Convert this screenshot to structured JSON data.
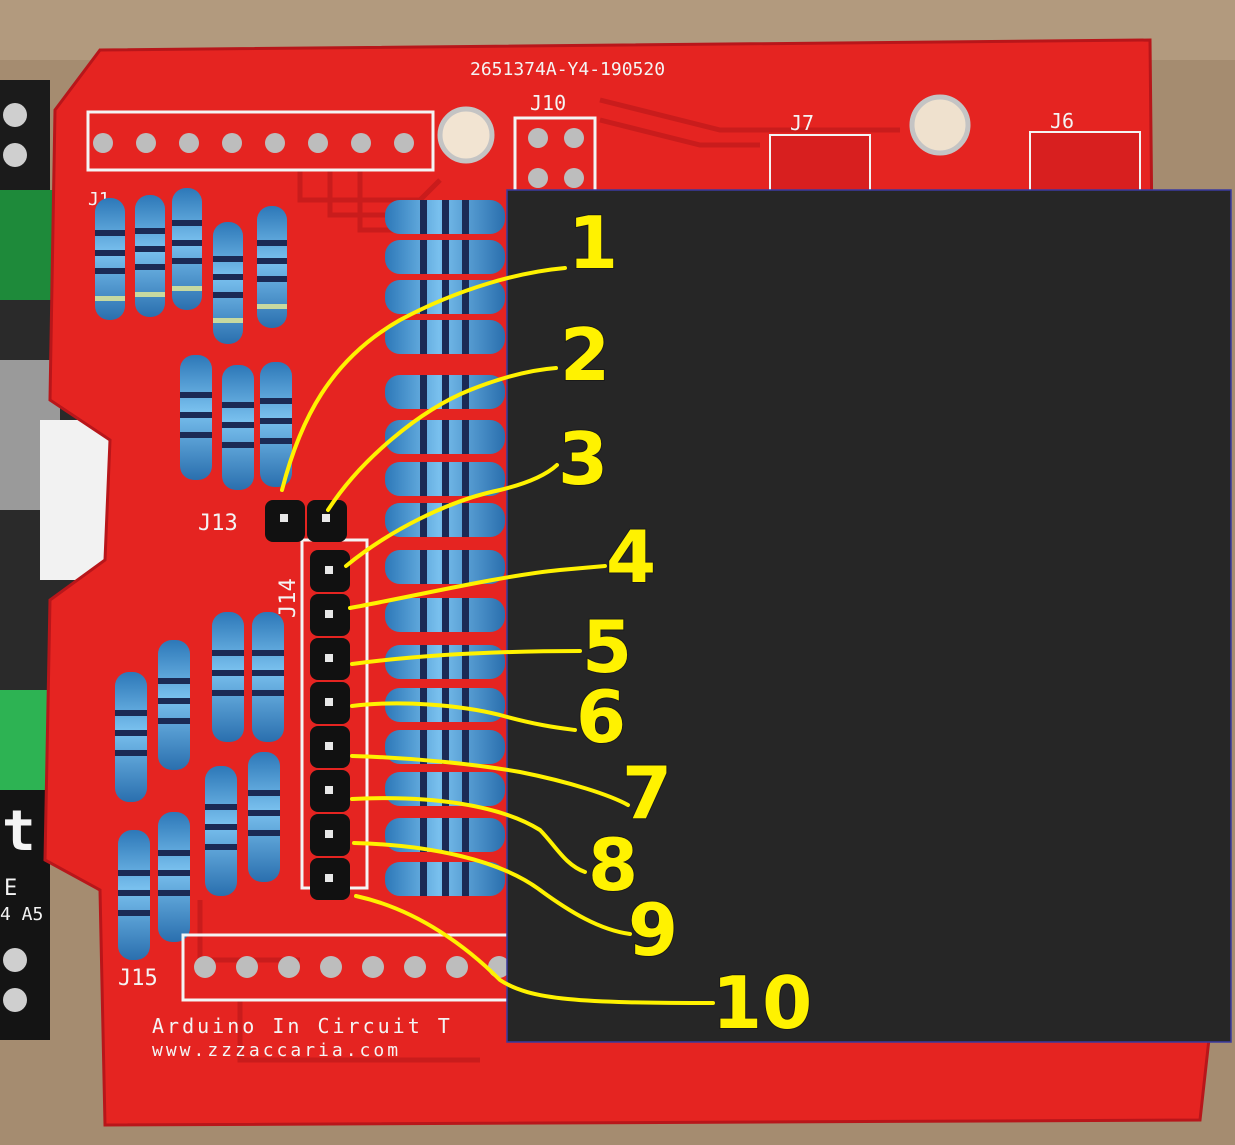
{
  "board": {
    "part_number": "2651374A-Y4-190520",
    "footer_line1": "Arduino In Circuit T",
    "footer_line2": "www.zzzaccaria.com",
    "labels": {
      "j10": "J10",
      "j7": "J7",
      "j6": "J6",
      "j1": "J1",
      "j13": "J13",
      "j14": "J14",
      "j15": "J15"
    }
  },
  "side_board": {
    "letter": "t",
    "text_e": "E",
    "text_a5": "4 A5"
  },
  "callouts": [
    "1",
    "2",
    "3",
    "4",
    "5",
    "6",
    "7",
    "8",
    "9",
    "10"
  ],
  "colors": {
    "pcb": "#e52421",
    "overlay": "#262626",
    "callout_text": "#fff200",
    "wire": "#fff200",
    "resistor_body": "#4a9fd8",
    "header_pin": "#111111",
    "cardboard": "#a88f73"
  }
}
